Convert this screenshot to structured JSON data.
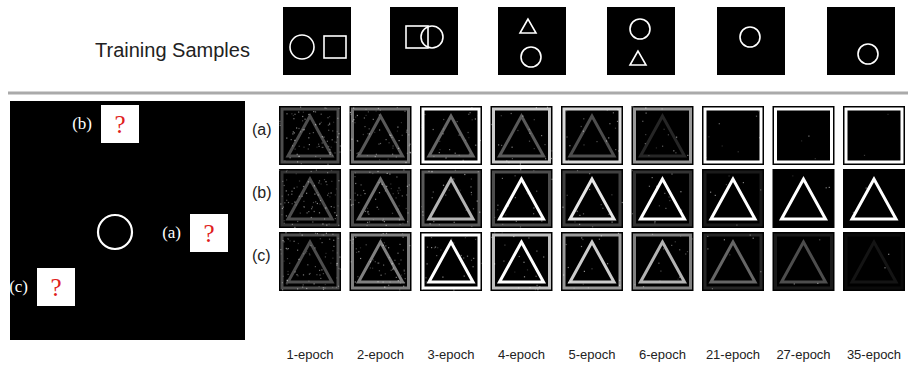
{
  "diagram": {
    "nodes": [
      {
        "text": [
          "(b)",
          "?"
        ]
      },
      {
        "text": [
          "(a)",
          "?"
        ]
      },
      {
        "text": [
          "(c)",
          "?"
        ]
      }
    ],
    "labels": [
      "Training Samples",
      "(a)",
      "(b)",
      "(c)",
      "1-epoch",
      "2-epoch",
      "3-epoch",
      "4-epoch",
      "5-epoch",
      "6-epoch",
      "21-epoch",
      "27-epoch",
      "35-epoch"
    ]
  }
}
